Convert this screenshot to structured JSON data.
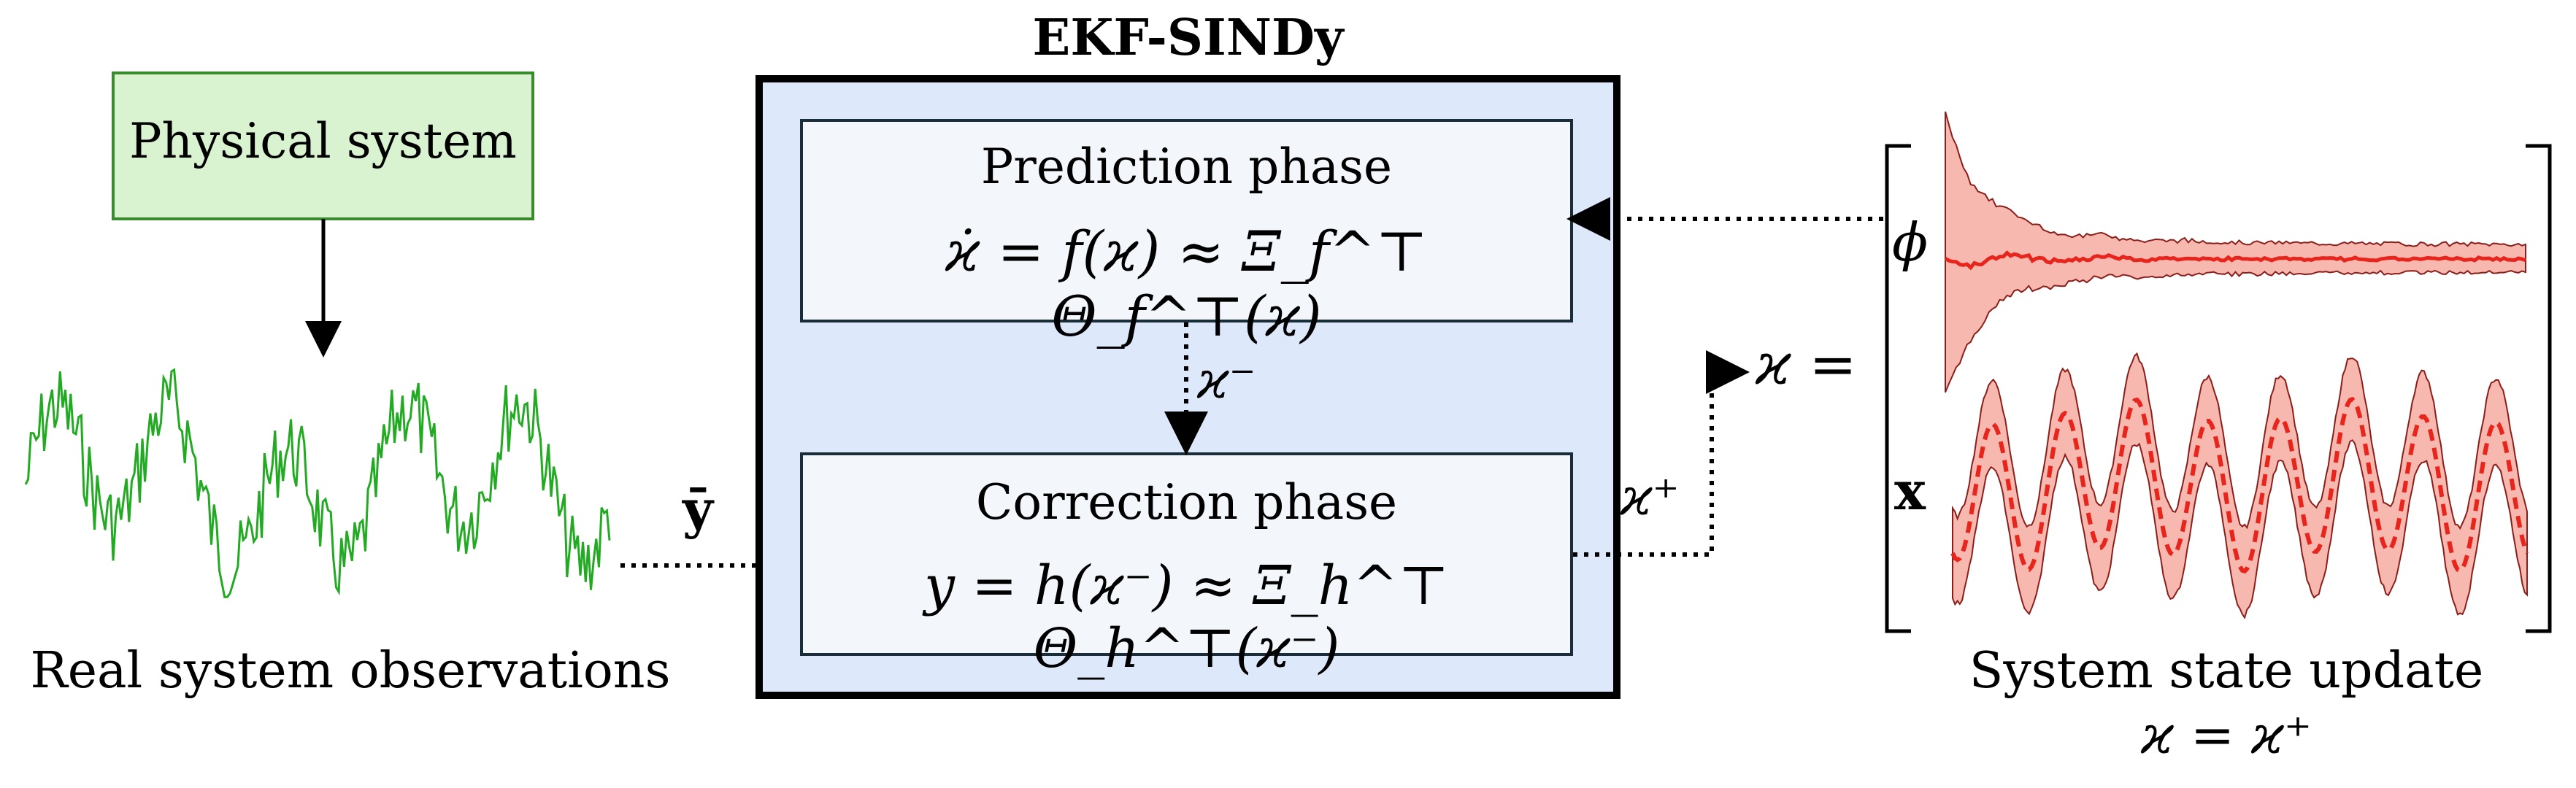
{
  "physical_system": {
    "label": "Physical system",
    "fill": "#d9f2d0",
    "stroke": "#3a8a2e"
  },
  "observations": {
    "caption": "Real system observations",
    "color": "#22aa22"
  },
  "ekf": {
    "title": "EKF-SINDy",
    "fill": "#dde9fb",
    "prediction": {
      "title": "Prediction phase",
      "equation": "ϰ̇ = f(ϰ) ≈ Ξ_f^⊤ Θ_f^⊤(ϰ)"
    },
    "correction": {
      "title": "Correction phase",
      "equation": "y = h(ϰ⁻) ≈ Ξ_h^⊤ Θ_h^⊤(ϰ⁻)"
    },
    "minus_label": "ϰ⁻"
  },
  "arrows": {
    "ybar_label": "ȳ",
    "plus_label": "ϰ⁺"
  },
  "state": {
    "lhs": "ϰ =",
    "phi_label": "ϕ",
    "x_label": "x",
    "caption_line1": "System state update",
    "caption_line2": "ϰ = ϰ⁺",
    "band_color": "#f7b8b0",
    "line_color": "#e8251c"
  }
}
